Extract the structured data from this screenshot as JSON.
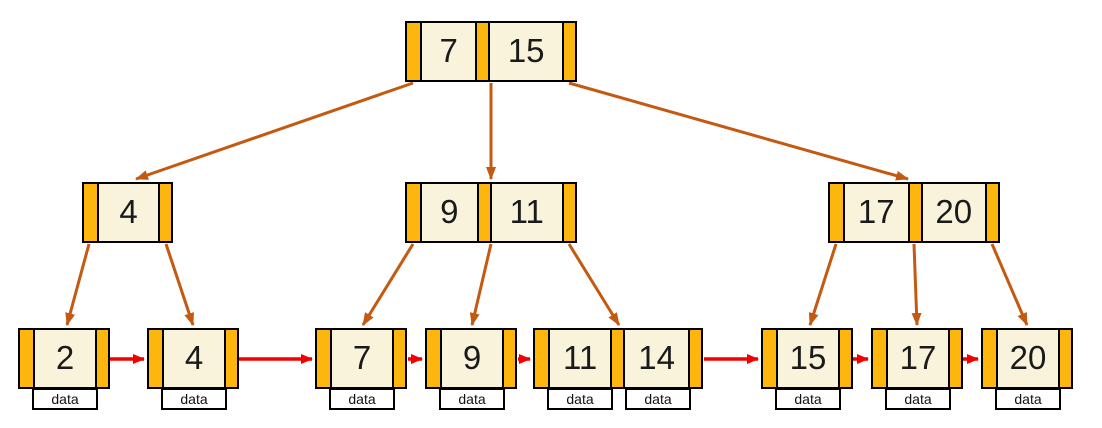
{
  "diagram": {
    "type": "b-plus-tree",
    "colors": {
      "pointer_slot_fill": "#FCB60E",
      "key_cell_fill": "#FAF3DC",
      "node_border": "#000000",
      "tree_edge_arrow": "#C45911",
      "leaf_link_arrow": "#F40000",
      "data_box_fill": "#FFFFFF",
      "background": "#FFFFFF"
    },
    "root": {
      "keys": [
        "7",
        "15"
      ]
    },
    "internal_nodes": [
      {
        "keys": [
          "4"
        ]
      },
      {
        "keys": [
          "9",
          "11"
        ]
      },
      {
        "keys": [
          "17",
          "20"
        ]
      }
    ],
    "leaf_nodes": [
      {
        "keys": [
          "2"
        ],
        "data_labels": [
          "data"
        ]
      },
      {
        "keys": [
          "4"
        ],
        "data_labels": [
          "data"
        ]
      },
      {
        "keys": [
          "7"
        ],
        "data_labels": [
          "data"
        ]
      },
      {
        "keys": [
          "9"
        ],
        "data_labels": [
          "data"
        ]
      },
      {
        "keys": [
          "11",
          "14"
        ],
        "data_labels": [
          "data",
          "data"
        ]
      },
      {
        "keys": [
          "15"
        ],
        "data_labels": [
          "data"
        ]
      },
      {
        "keys": [
          "17"
        ],
        "data_labels": [
          "data"
        ]
      },
      {
        "keys": [
          "20"
        ],
        "data_labels": [
          "data"
        ]
      }
    ]
  }
}
